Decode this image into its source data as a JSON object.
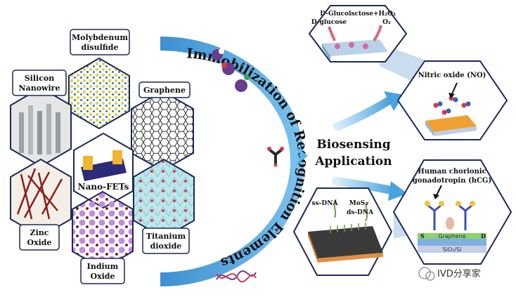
{
  "materials": {
    "molybdenum": [
      "Molybdenum",
      "disulfide"
    ],
    "silicon": [
      "Silicon",
      "Nanowire"
    ],
    "graphene": "Graphene",
    "nanofets": "Nano-FETs",
    "zinc": [
      "Zinc",
      "Oxide"
    ],
    "titanium": [
      "Titanium",
      "dioxide"
    ],
    "indium": [
      "Indium",
      "Oxide"
    ]
  },
  "arc_label": "Immobilization of Recognition Elements",
  "center_label": [
    "Biosensing",
    "Application"
  ],
  "applications": {
    "glucose_top": "D-Glucolsctose+H₂O₂",
    "glucose_left": "D-glucose",
    "glucose_o2": "O₂",
    "nitric": "Nitric oxide (NO)",
    "hcg": [
      "Human chorionic",
      "gonadotropin (hCG)"
    ],
    "hcg_s": "S",
    "hcg_d": "D",
    "hcg_graphene": "Graphene",
    "hcg_substrate": "SiO₂/Si",
    "dna_ss": "ss-DNA",
    "dna_mos2": "MoS₂",
    "dna_ds": "ds-DNA"
  },
  "watermark": "IVD分享家",
  "colors": {
    "arc_blue": "#4aa3df",
    "hex_outline": "#1b2a55",
    "app_panel": "#c9ddef",
    "arrow_blue": "#5bb6ea"
  }
}
